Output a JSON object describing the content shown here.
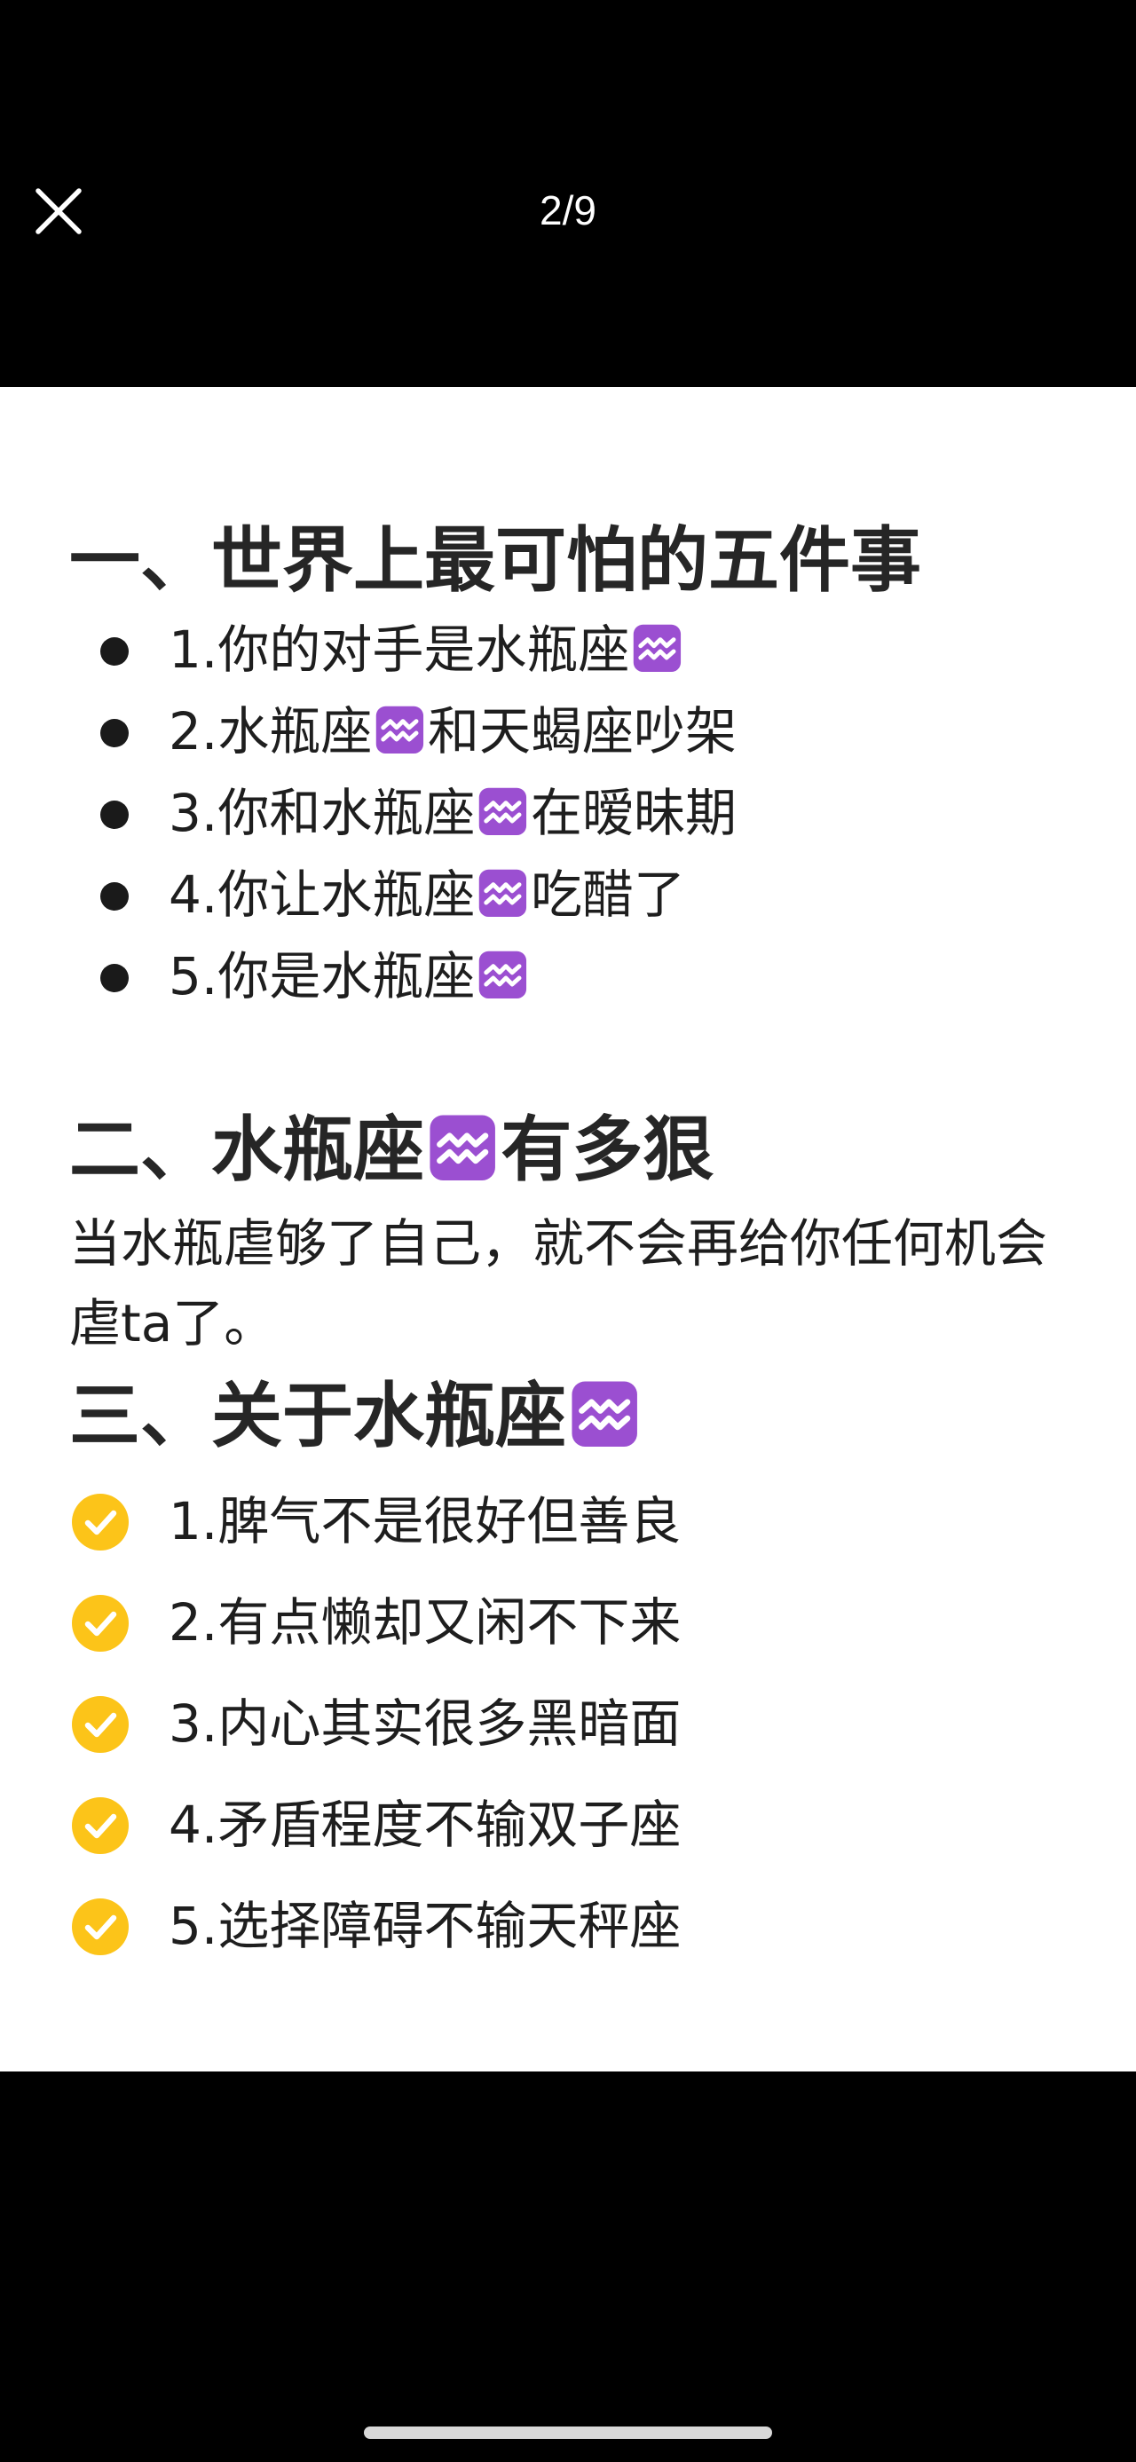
{
  "header": {
    "page_counter": "2/9"
  },
  "icons": {
    "close": "close-icon",
    "aquarius": "aquarius-emoji-icon",
    "check": "check-mark-icon"
  },
  "colors": {
    "aquarius_bg": "#9b4fd1",
    "check_bg": "#fcc419"
  },
  "section1": {
    "title": "一、世界上最可怕的五件事",
    "items": [
      {
        "before": "1.你的对手是水瓶座",
        "after": ""
      },
      {
        "before": "2.水瓶座",
        "after": "和天蝎座吵架"
      },
      {
        "before": "3.你和水瓶座",
        "after": "在暧昧期"
      },
      {
        "before": "4.你让水瓶座",
        "after": "吃醋了"
      },
      {
        "before": "5.你是水瓶座",
        "after": ""
      }
    ]
  },
  "section2": {
    "title_before": "二、水瓶座",
    "title_after": "有多狠",
    "paragraph": "当水瓶虐够了自己，就不会再给你任何机会虐ta了。"
  },
  "section3": {
    "title": "三、关于水瓶座",
    "items": [
      "1.脾气不是很好但善良",
      "2.有点懒却又闲不下来",
      "3.内心其实很多黑暗面",
      "4.矛盾程度不输双子座",
      "5.选择障碍不输天秤座"
    ]
  }
}
